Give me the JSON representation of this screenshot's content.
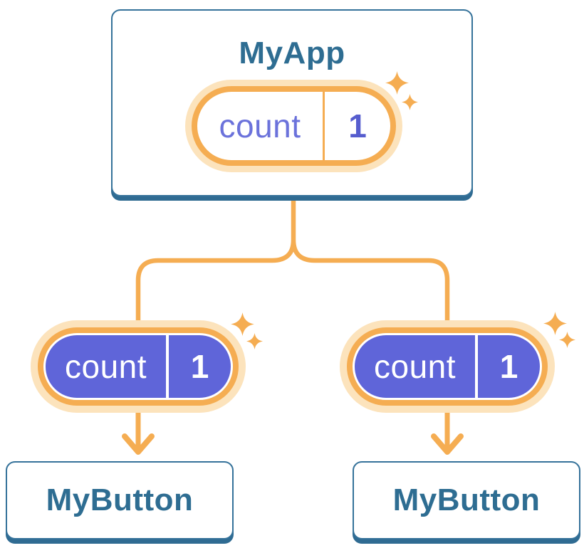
{
  "nodes": {
    "root": {
      "title": "MyApp",
      "pill": {
        "label": "count",
        "value": "1"
      }
    },
    "children": [
      {
        "title": "MyButton",
        "pill": {
          "label": "count",
          "value": "1"
        }
      },
      {
        "title": "MyButton",
        "pill": {
          "label": "count",
          "value": "1"
        }
      }
    ]
  },
  "colors": {
    "accent_orange": "#F5AD52",
    "halo_orange": "#FCE3BC",
    "pill_purple": "#5F65D9",
    "state_text_purple": "#6B72DB",
    "state_value_purple": "#565DCE",
    "card_text_blue": "#2E6D92",
    "card_border_blue": "#35729A",
    "card_shadow_blue": "#2F6B92"
  }
}
